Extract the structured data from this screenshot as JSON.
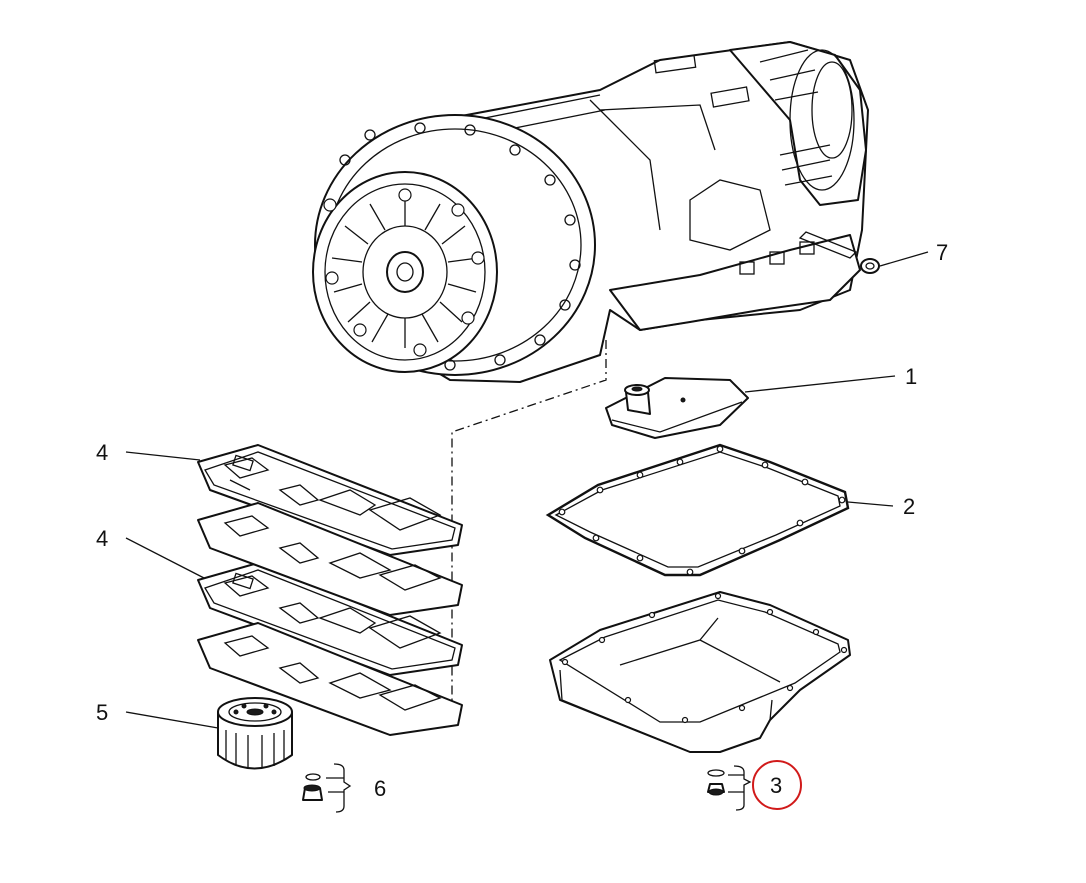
{
  "diagram": {
    "callouts": {
      "c1": "1",
      "c2": "2",
      "c3": "3",
      "c4a": "4",
      "c4b": "4",
      "c5": "5",
      "c6": "6",
      "c7": "7"
    },
    "highlight_color": "#d11a1a",
    "highlighted_callout": "3"
  }
}
